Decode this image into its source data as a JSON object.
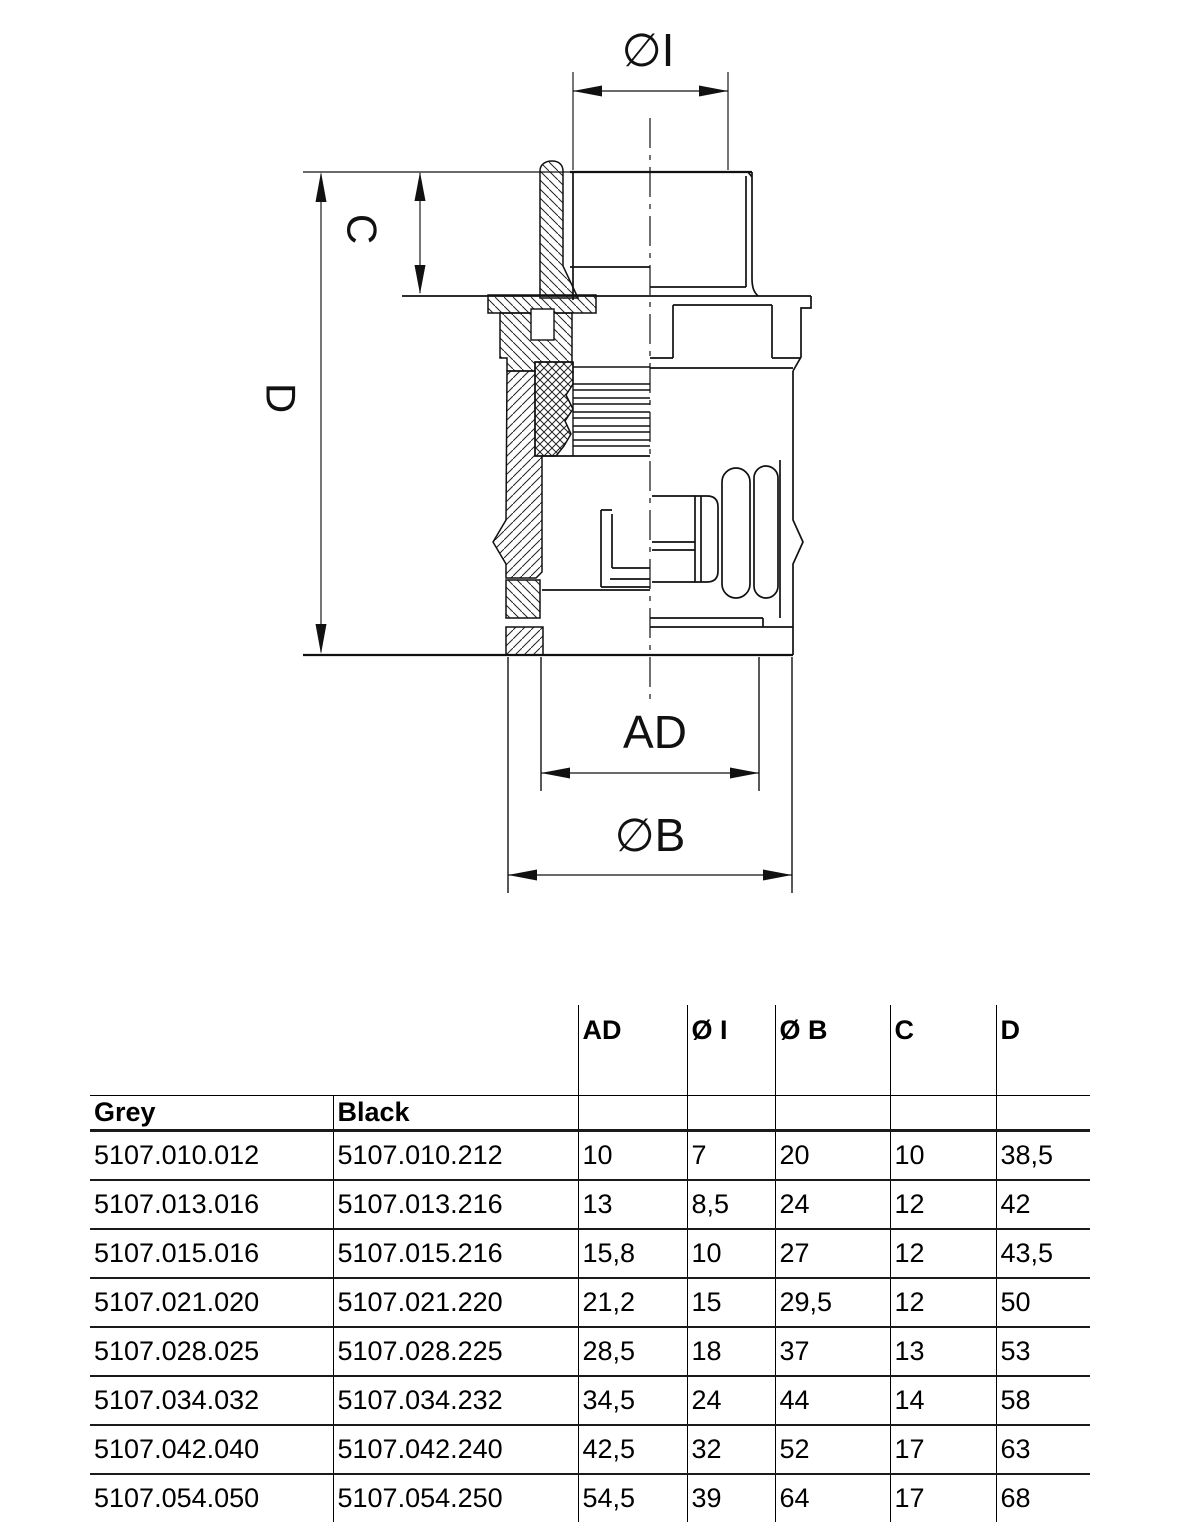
{
  "drawing": {
    "labels": {
      "diameter_i": "∅I",
      "c": "C",
      "d": "D",
      "ad": "AD",
      "diameter_b": "∅B"
    }
  },
  "table": {
    "headers": {
      "grey": "Grey",
      "black": "Black",
      "ad": "AD",
      "di": "Ø I",
      "db": "Ø B",
      "c": "C",
      "d": "D"
    },
    "rows": [
      {
        "grey": "5107.010.012",
        "black": "5107.010.212",
        "ad": "10",
        "di": "7",
        "db": "20",
        "c": "10",
        "d": "38,5"
      },
      {
        "grey": "5107.013.016",
        "black": "5107.013.216",
        "ad": "13",
        "di": "8,5",
        "db": "24",
        "c": "12",
        "d": "42"
      },
      {
        "grey": "5107.015.016",
        "black": "5107.015.216",
        "ad": "15,8",
        "di": "10",
        "db": "27",
        "c": "12",
        "d": "43,5"
      },
      {
        "grey": "5107.021.020",
        "black": "5107.021.220",
        "ad": "21,2",
        "di": "15",
        "db": "29,5",
        "c": "12",
        "d": "50"
      },
      {
        "grey": "5107.028.025",
        "black": "5107.028.225",
        "ad": "28,5",
        "di": "18",
        "db": "37",
        "c": "13",
        "d": "53"
      },
      {
        "grey": "5107.034.032",
        "black": "5107.034.232",
        "ad": "34,5",
        "di": "24",
        "db": "44",
        "c": "14",
        "d": "58"
      },
      {
        "grey": "5107.042.040",
        "black": "5107.042.240",
        "ad": "42,5",
        "di": "32",
        "db": "52",
        "c": "17",
        "d": "63"
      },
      {
        "grey": "5107.054.050",
        "black": "5107.054.250",
        "ad": "54,5",
        "di": "39",
        "db": "64",
        "c": "17",
        "d": "68"
      }
    ]
  }
}
